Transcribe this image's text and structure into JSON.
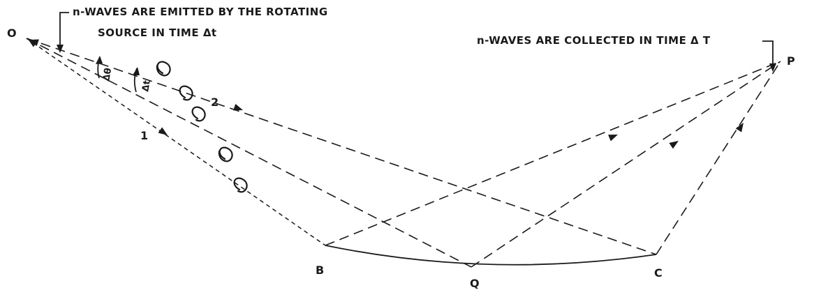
{
  "labels": {
    "emitted_note_line1": "n-WAVES ARE EMITTED BY THE ROTATING",
    "emitted_note_line2": "SOURCE IN TIME Δt",
    "collected_note": "n-WAVES ARE COLLECTED IN TIME Δ T",
    "point_O": "O",
    "point_P": "P",
    "point_B": "B",
    "point_Q": "Q",
    "point_C": "C",
    "ray_1": "1",
    "ray_2": "2",
    "angle_theta": "Δθ",
    "angle_t": "Δt"
  }
}
